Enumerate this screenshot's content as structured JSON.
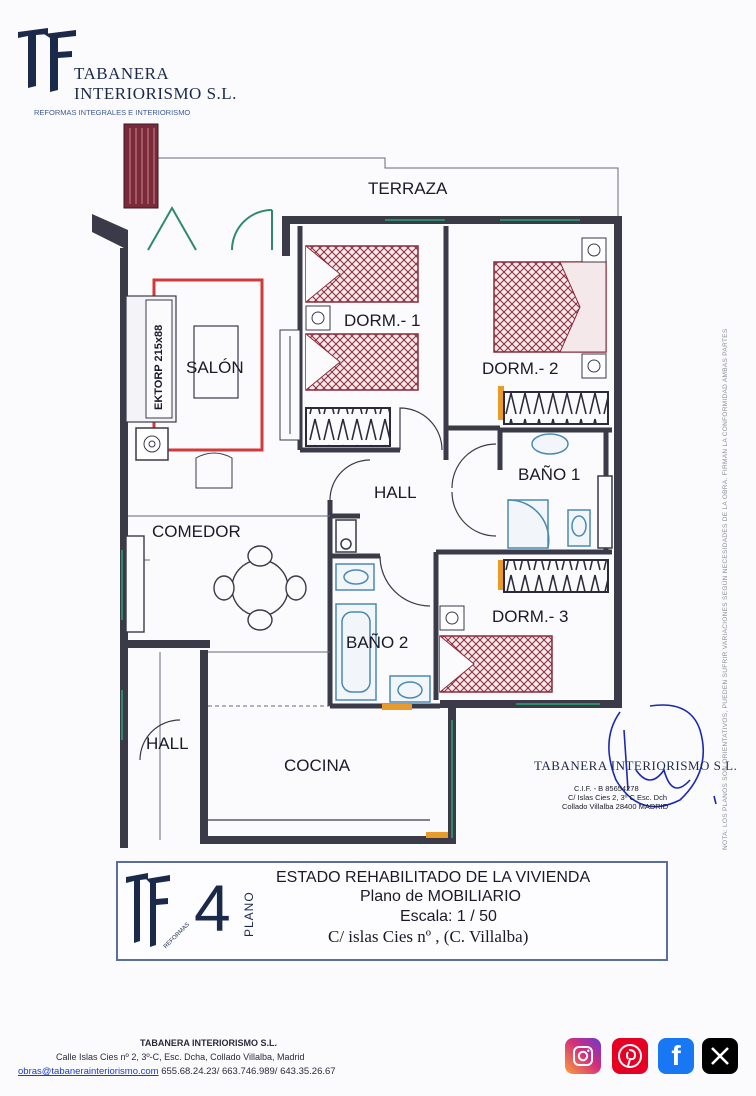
{
  "logo": {
    "line1": "TABANERA",
    "line2": "INTERIORISMO S.L.",
    "tagline": "REFORMAS INTEGRALES E INTERIORISMO"
  },
  "rooms": {
    "terraza": "TERRAZA",
    "dorm1": "DORM.- 1",
    "dorm2": "DORM.- 2",
    "dorm3": "DORM.- 3",
    "salon": "SALÓN",
    "hall_center": "HALL",
    "bano1": "BAÑO 1",
    "bano2": "BAÑO 2",
    "comedor": "COMEDOR",
    "hall_left": "HALL",
    "cocina": "COCINA"
  },
  "sofa_label": "EKTORP 215x88",
  "stamp": {
    "company": "TABANERA INTERIORISMO S.L.",
    "cif": "C.I.F. - B 85654278",
    "address": "C/ Islas Cies 2, 3º C Esc. Dch",
    "city": "Collado Villalba 28400 MADRID"
  },
  "side_note": "NOTA: LOS PLANOS SON ORIENTATIVOS, PUEDEN SUFRIR VARIACIONES SEGÚN NECESIDADES DE LA OBRA. FIRMAN LA CONFORMIDAD AMBAS PARTES",
  "title_block": {
    "plan_number": "4",
    "plan_word": "PLANO",
    "line1": "ESTADO REHABILITADO DE LA VIVIENDA",
    "line2": "Plano de MOBILIARIO",
    "line3": "Escala: 1 / 50",
    "line4": "C/ islas Cies nº ,  (C. Villalba)",
    "logo_small": "REFORMAS"
  },
  "footer": {
    "company": "TABANERA INTERIORISMO S.L.",
    "address": "Calle Islas Cies nº 2, 3º-C, Esc. Dcha, Collado Villalba, Madrid",
    "email": "obras@tabanerainteriorismo.com",
    "phones": " 655.68.24.23/ 663.746.989/ 643.35.26.67"
  },
  "social": {
    "instagram": "instagram-icon",
    "pinterest": "pinterest-icon",
    "facebook": "facebook-icon",
    "x": "x-icon"
  },
  "colors": {
    "wall": "#3a3a48",
    "window": "#2f8a6a",
    "bed": "#8a2a3a",
    "rug": "#d23a3a",
    "door_frame": "#e89a2a",
    "wardrobe": "#2a2a3a",
    "bath": "#4a8ab0",
    "signature": "#1a2ab0",
    "title_border": "#5a6f9a",
    "instagram": "#c13584",
    "pinterest": "#e60023",
    "facebook": "#1877f2",
    "x": "#000000"
  }
}
